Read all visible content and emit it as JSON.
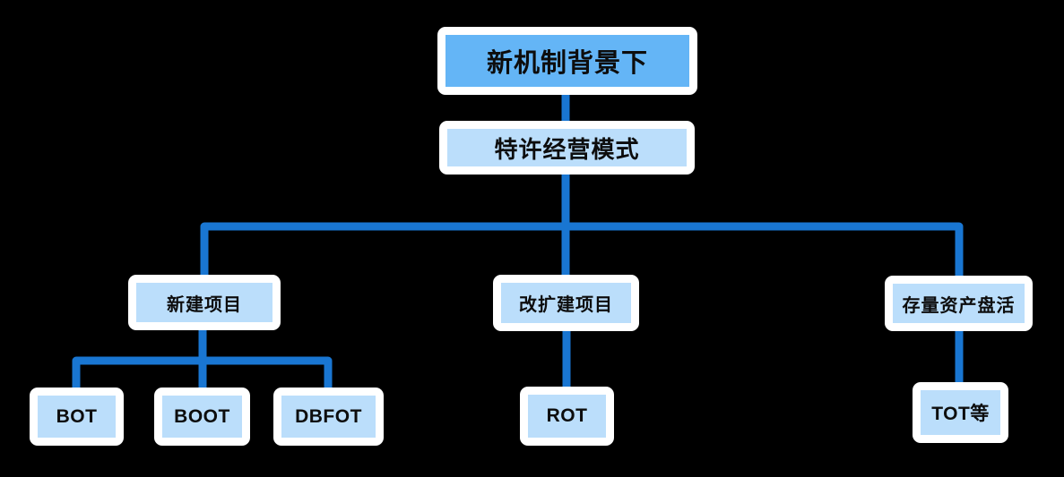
{
  "diagram": {
    "type": "flowchart",
    "colors": {
      "background": "#000000",
      "connector": "#1976D2",
      "root_fill": "#64B5F6",
      "node_fill": "#BBDEFB",
      "box_border": "#FFFFFF",
      "text": "#0D0D0D"
    },
    "root": {
      "label": "新机制背景下"
    },
    "level2": {
      "label": "特许经营模式"
    },
    "branches": [
      {
        "label": "新建项目",
        "children": [
          "BOT",
          "BOOT",
          "DBFOT"
        ]
      },
      {
        "label": "改扩建项目",
        "children": [
          "ROT"
        ]
      },
      {
        "label": "存量资产盘活",
        "children": [
          "TOT等"
        ]
      }
    ]
  }
}
